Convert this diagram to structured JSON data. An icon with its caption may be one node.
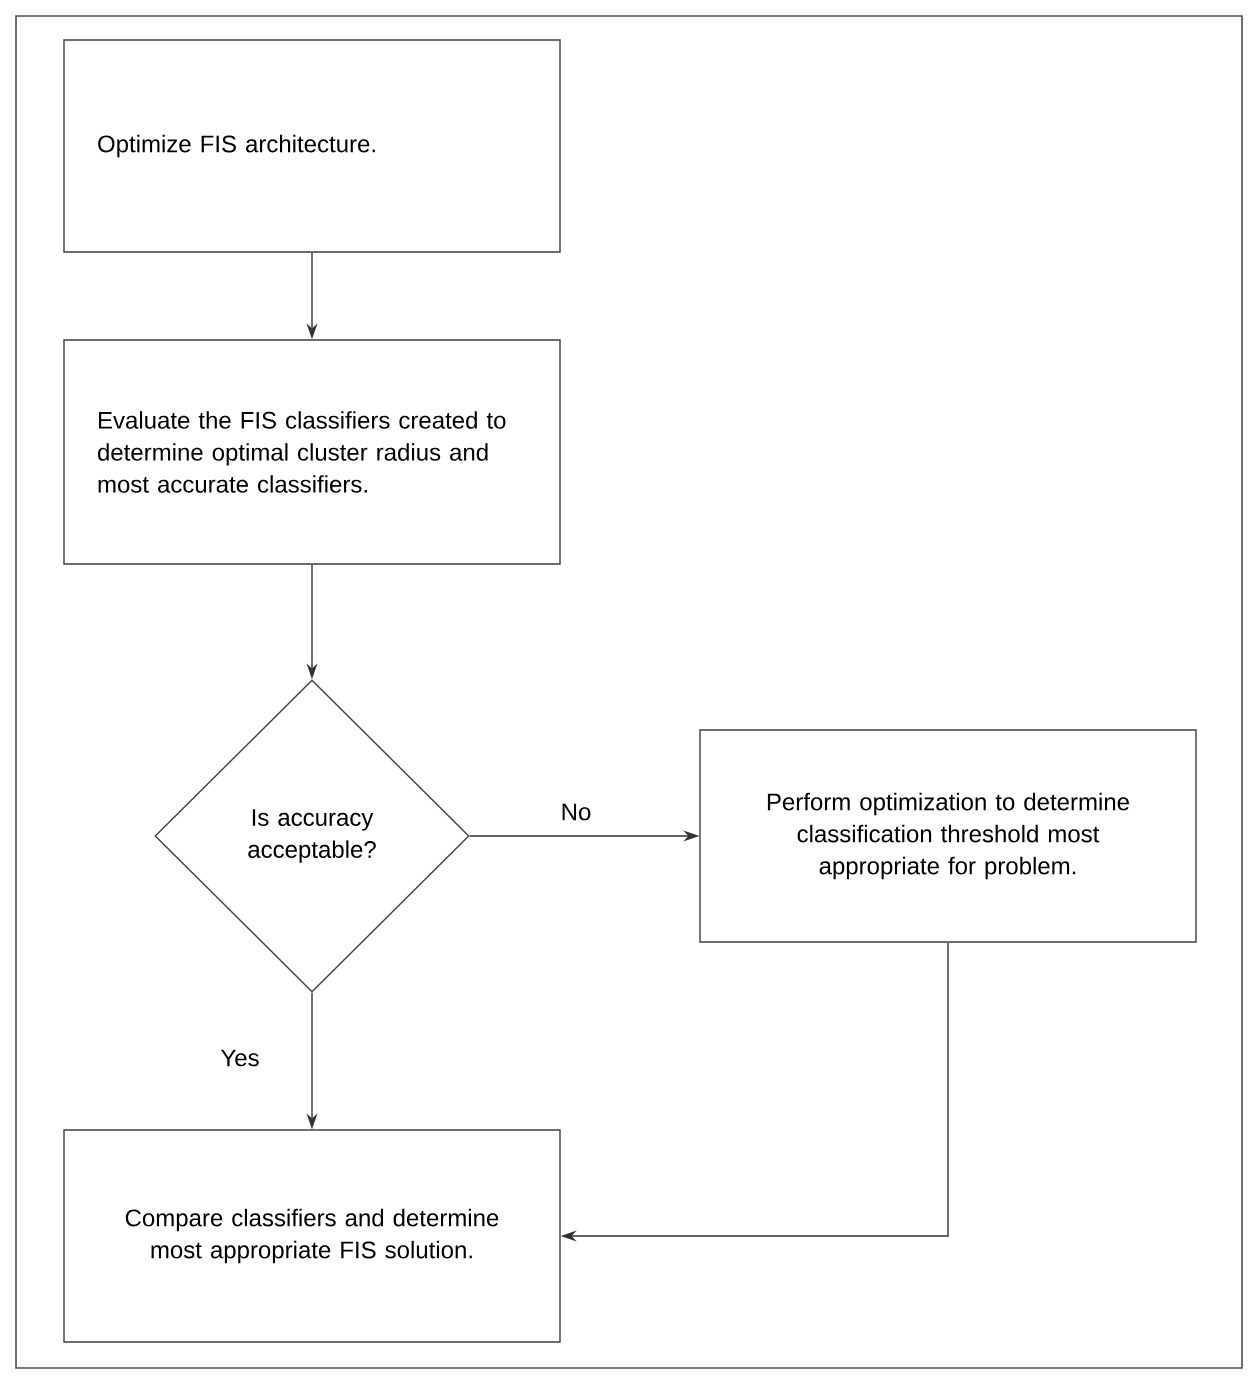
{
  "diagram": {
    "nodes": [
      {
        "text": [
          "Optimize FIS architecture."
        ]
      },
      {
        "text": [
          "Evaluate the FIS classifiers created to determine optimal cluster radius and most accurate classifiers."
        ]
      },
      {
        "text": [
          "Is accuracy acceptable?"
        ]
      },
      {
        "text": [
          "Perform optimization to determine classification threshold most appropriate for problem."
        ]
      },
      {
        "text": [
          "Compare classifiers and determine most appropriate FIS solution."
        ]
      }
    ],
    "edges": [
      {
        "from": 0,
        "to": 1,
        "arrow": "to"
      },
      {
        "from": 1,
        "to": 2,
        "arrow": "to"
      },
      {
        "from": 2,
        "to": 3,
        "arrow": "to",
        "label": "No"
      },
      {
        "from": 2,
        "to": 4,
        "arrow": "to",
        "label": "Yes"
      },
      {
        "from": 3,
        "to": 4,
        "arrow": "to"
      }
    ]
  }
}
